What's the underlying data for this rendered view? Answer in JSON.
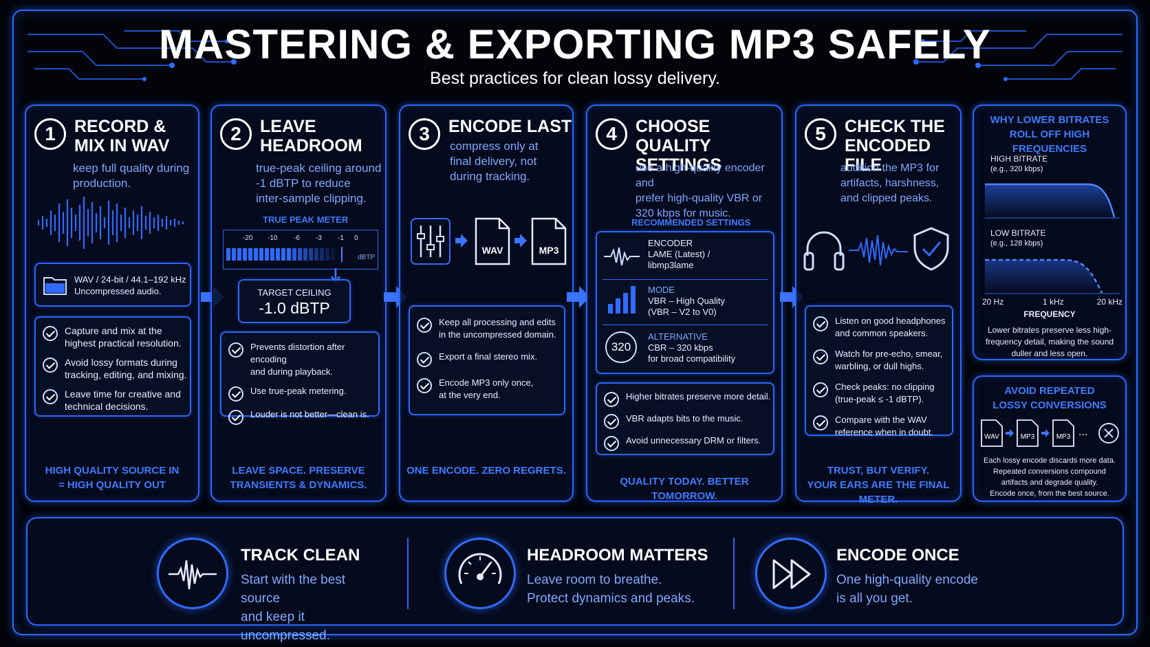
{
  "header": {
    "title": "MASTERING & EXPORTING MP3 SAFELY",
    "subtitle": "Best practices for clean lossy delivery."
  },
  "steps": [
    {
      "number": "1",
      "title_line1": "RECORD &",
      "title_line2": "MIX IN WAV",
      "description": [
        "keep full quality during",
        "production."
      ],
      "info_box": {
        "line1": "WAV / 24-bit / 44.1–192 kHz",
        "line2": "Uncompressed audio."
      },
      "checks": [
        [
          "Capture and mix at the",
          "highest practical resolution."
        ],
        [
          "Avoid lossy formats during",
          "tracking, editing, and mixing."
        ],
        [
          "Leave time for creative and",
          "technical decisions."
        ]
      ],
      "footer": [
        "HIGH QUALITY SOURCE IN",
        "= HIGH QUALITY OUT"
      ]
    },
    {
      "number": "2",
      "title_line1": "LEAVE",
      "title_line2": "HEADROOM",
      "description": [
        "true-peak ceiling around",
        "-1 dBTP to reduce",
        "inter-sample clipping."
      ],
      "meter_label": "TRUE PEAK METER",
      "meter_ticks": [
        "-20",
        "-10",
        "-6",
        "-3",
        "-1",
        "0"
      ],
      "meter_unit": "dBTP",
      "target_label": "TARGET CEILING",
      "target_value": "-1.0 dBTP",
      "checks": [
        [
          "Prevents distortion after encoding",
          "and during playback."
        ],
        [
          "Use true-peak metering."
        ],
        [
          "Louder is not better—clean is."
        ]
      ],
      "footer": [
        "LEAVE SPACE. PRESERVE",
        "TRANSIENTS & DYNAMICS."
      ]
    },
    {
      "number": "3",
      "title_line1": "ENCODE LAST",
      "title_line2": "",
      "description": [
        "compress only at",
        "final delivery, not",
        "during tracking."
      ],
      "file_wav": "WAV",
      "file_mp3": "MP3",
      "checks": [
        [
          "Keep all processing and edits",
          "in the uncompressed domain."
        ],
        [
          "Export a final stereo mix."
        ],
        [
          "Encode MP3 only once,",
          "at the very end."
        ]
      ],
      "footer": [
        "ONE ENCODE. ZERO REGRETS."
      ]
    },
    {
      "number": "4",
      "title_line1": "CHOOSE QUALITY",
      "title_line2": "SETTINGS",
      "description": [
        "use a high-quality encoder and",
        "prefer high-quality VBR or",
        "320 kbps for music."
      ],
      "rec_label": "RECOMMENDED SETTINGS",
      "settings": [
        {
          "label": "ENCODER",
          "lines": [
            "LAME (Latest) /",
            "libmp3lame"
          ]
        },
        {
          "label": "MODE",
          "lines": [
            "VBR – High Quality",
            "(VBR – V2 to V0)"
          ]
        },
        {
          "label": "ALTERNATIVE",
          "lines": [
            "CBR – 320 kbps",
            "for broad compatibility"
          ]
        }
      ],
      "badge_320": "320",
      "checks": [
        [
          "Higher bitrates preserve more detail."
        ],
        [
          "VBR adapts bits to the music."
        ],
        [
          "Avoid unnecessary DRM or filters."
        ]
      ],
      "footer": [
        "QUALITY TODAY. BETTER TOMORROW."
      ]
    },
    {
      "number": "5",
      "title_line1": "CHECK THE",
      "title_line2": "ENCODED FILE",
      "description": [
        "audition the MP3 for",
        "artifacts, harshness,",
        "and clipped peaks."
      ],
      "checks": [
        [
          "Listen on good headphones",
          "and common speakers."
        ],
        [
          "Watch for pre-echo, smear,",
          "warbling, or dull highs."
        ],
        [
          "Check peaks: no clipping",
          "(true-peak ≤ -1 dBTP)."
        ],
        [
          "Compare with the WAV",
          "reference when in doubt."
        ]
      ],
      "footer": [
        "TRUST, BUT VERIFY.",
        "YOUR EARS ARE THE FINAL METER."
      ]
    }
  ],
  "side_top": {
    "title": [
      "WHY LOWER BITRATES",
      "ROLL OFF HIGH FREQUENCIES"
    ],
    "high_label": "HIGH BITRATE",
    "high_sub": "(e.g., 320 kbps)",
    "low_label": "LOW BITRATE",
    "low_sub": "(e.g., 128 kbps)",
    "x_ticks": [
      "20 Hz",
      "1 kHz",
      "20 kHz"
    ],
    "x_label": "FREQUENCY",
    "caption": [
      "Lower bitrates preserve less high-",
      "frequency detail, making the sound",
      "duller and less open."
    ]
  },
  "side_bottom": {
    "title": [
      "AVOID REPEATED",
      "LOSSY CONVERSIONS"
    ],
    "chain": [
      "WAV",
      "MP3",
      "MP3"
    ],
    "ellipsis": "...",
    "caption": [
      "Each lossy encode discards more data.",
      "Repeated conversions compound",
      "artifacts and degrade quality.",
      "Encode once, from the best source."
    ]
  },
  "bottom": [
    {
      "title": "TRACK CLEAN",
      "lines": [
        "Start with the best source",
        "and keep it uncompressed."
      ]
    },
    {
      "title": "HEADROOM MATTERS",
      "lines": [
        "Leave room to breathe.",
        "Protect dynamics and peaks."
      ]
    },
    {
      "title": "ENCODE ONCE",
      "lines": [
        "One high-quality encode",
        "is all you get."
      ]
    }
  ]
}
